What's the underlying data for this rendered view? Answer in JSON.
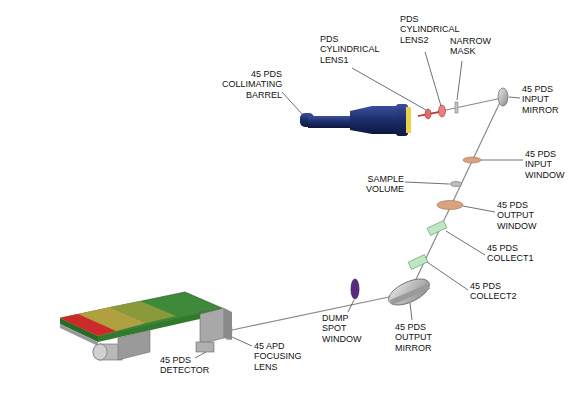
{
  "diagram": {
    "labels": [
      "45 PDS COLLIMATING BARREL",
      "PDS CYLINDRICAL LENS1",
      "PDS CYLINDRICAL LENS2",
      "NARROW MASK",
      "45 PDS INPUT MIRROR",
      "45 PDS INPUT WINDOW",
      "SAMPLE VOLUME",
      "45 PDS OUTPUT WINDOW",
      "45 PDS COLLECT1",
      "45 PDS COLLECT2",
      "45 PDS OUTPUT MIRROR",
      "DUMP SPOT WINDOW",
      "45 APD FOCUSING LENS",
      "45 PDS DETECTOR"
    ]
  }
}
